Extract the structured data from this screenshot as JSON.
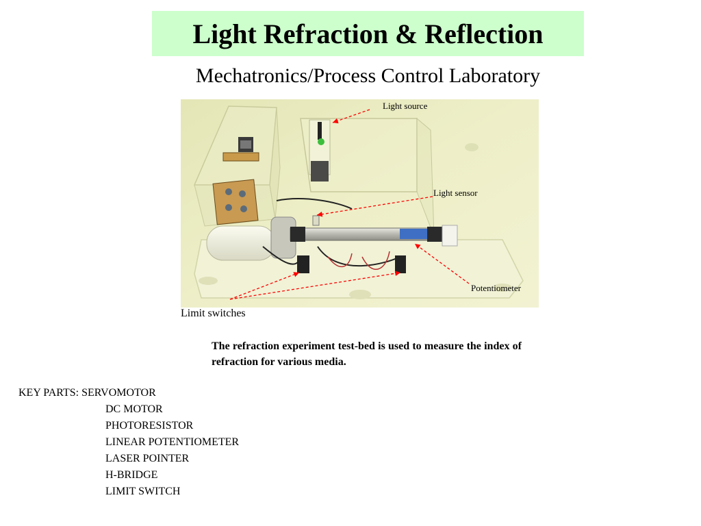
{
  "slide": {
    "title": "Light Refraction & Reflection",
    "subtitle": "Mechatronics/Process Control Laboratory",
    "colors": {
      "title_background": "#ccffcc",
      "arrow": "#ff0000"
    }
  },
  "photo": {
    "callouts": {
      "light_source": "Light source",
      "light_sensor": "Light sensor",
      "potentiometer": "Potentiometer",
      "limit_switches": "Limit switches"
    }
  },
  "description": "The refraction experiment test-bed is used to measure the index of refraction for various media.",
  "key_parts": {
    "heading": "KEY PARTS:",
    "items": [
      "SERVOMOTOR",
      "DC MOTOR",
      "PHOTORESISTOR",
      "LINEAR POTENTIOMETER",
      "LASER POINTER",
      "H-BRIDGE",
      "LIMIT SWITCH"
    ]
  }
}
